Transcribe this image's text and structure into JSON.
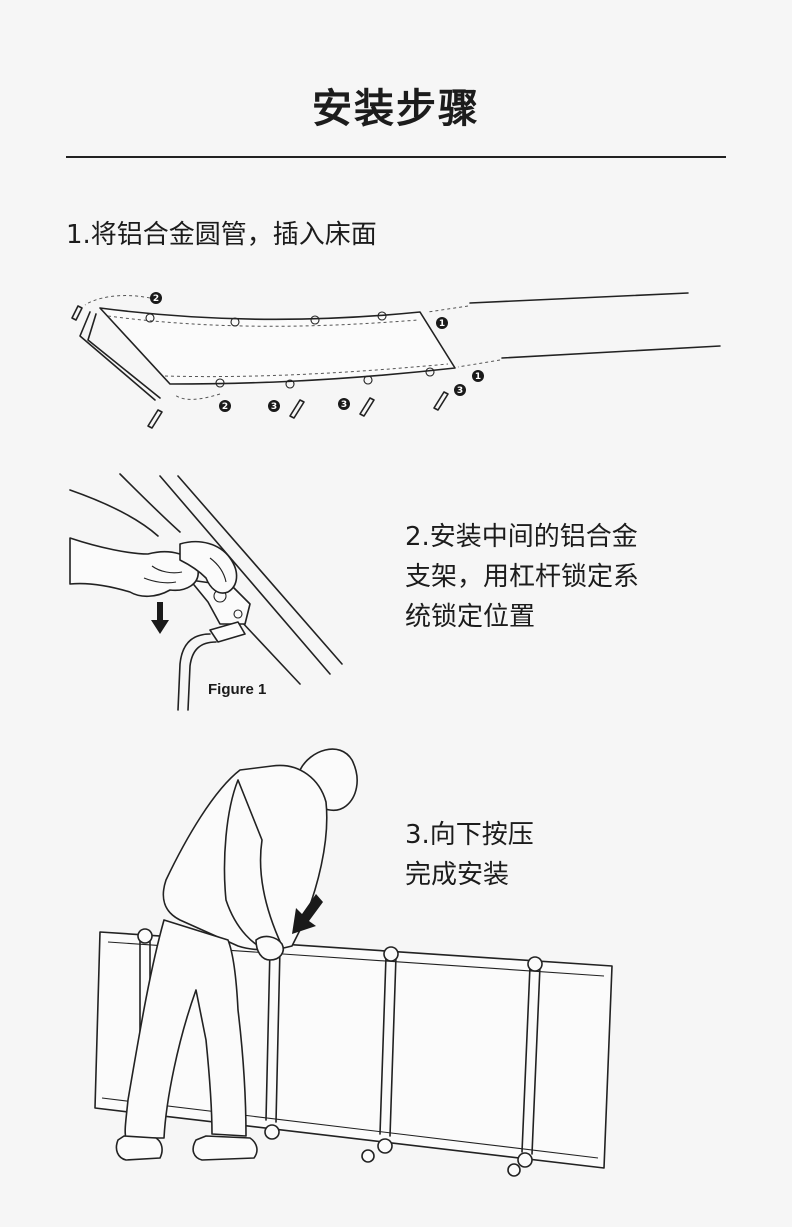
{
  "page": {
    "title": "安装步骤"
  },
  "steps": [
    {
      "text_lines": [
        "1.将铝合金圆管，插入床面"
      ]
    },
    {
      "text_lines": [
        "2.安装中间的铝合金",
        "支架，用杠杆锁定系",
        "统锁定位置"
      ]
    },
    {
      "text_lines": [
        "3.向下按压",
        "完成安装"
      ]
    }
  ],
  "diagram1": {
    "markers": [
      "1",
      "1",
      "2",
      "2",
      "3",
      "3",
      "3"
    ]
  },
  "figure1": {
    "label": "Figure 1"
  }
}
